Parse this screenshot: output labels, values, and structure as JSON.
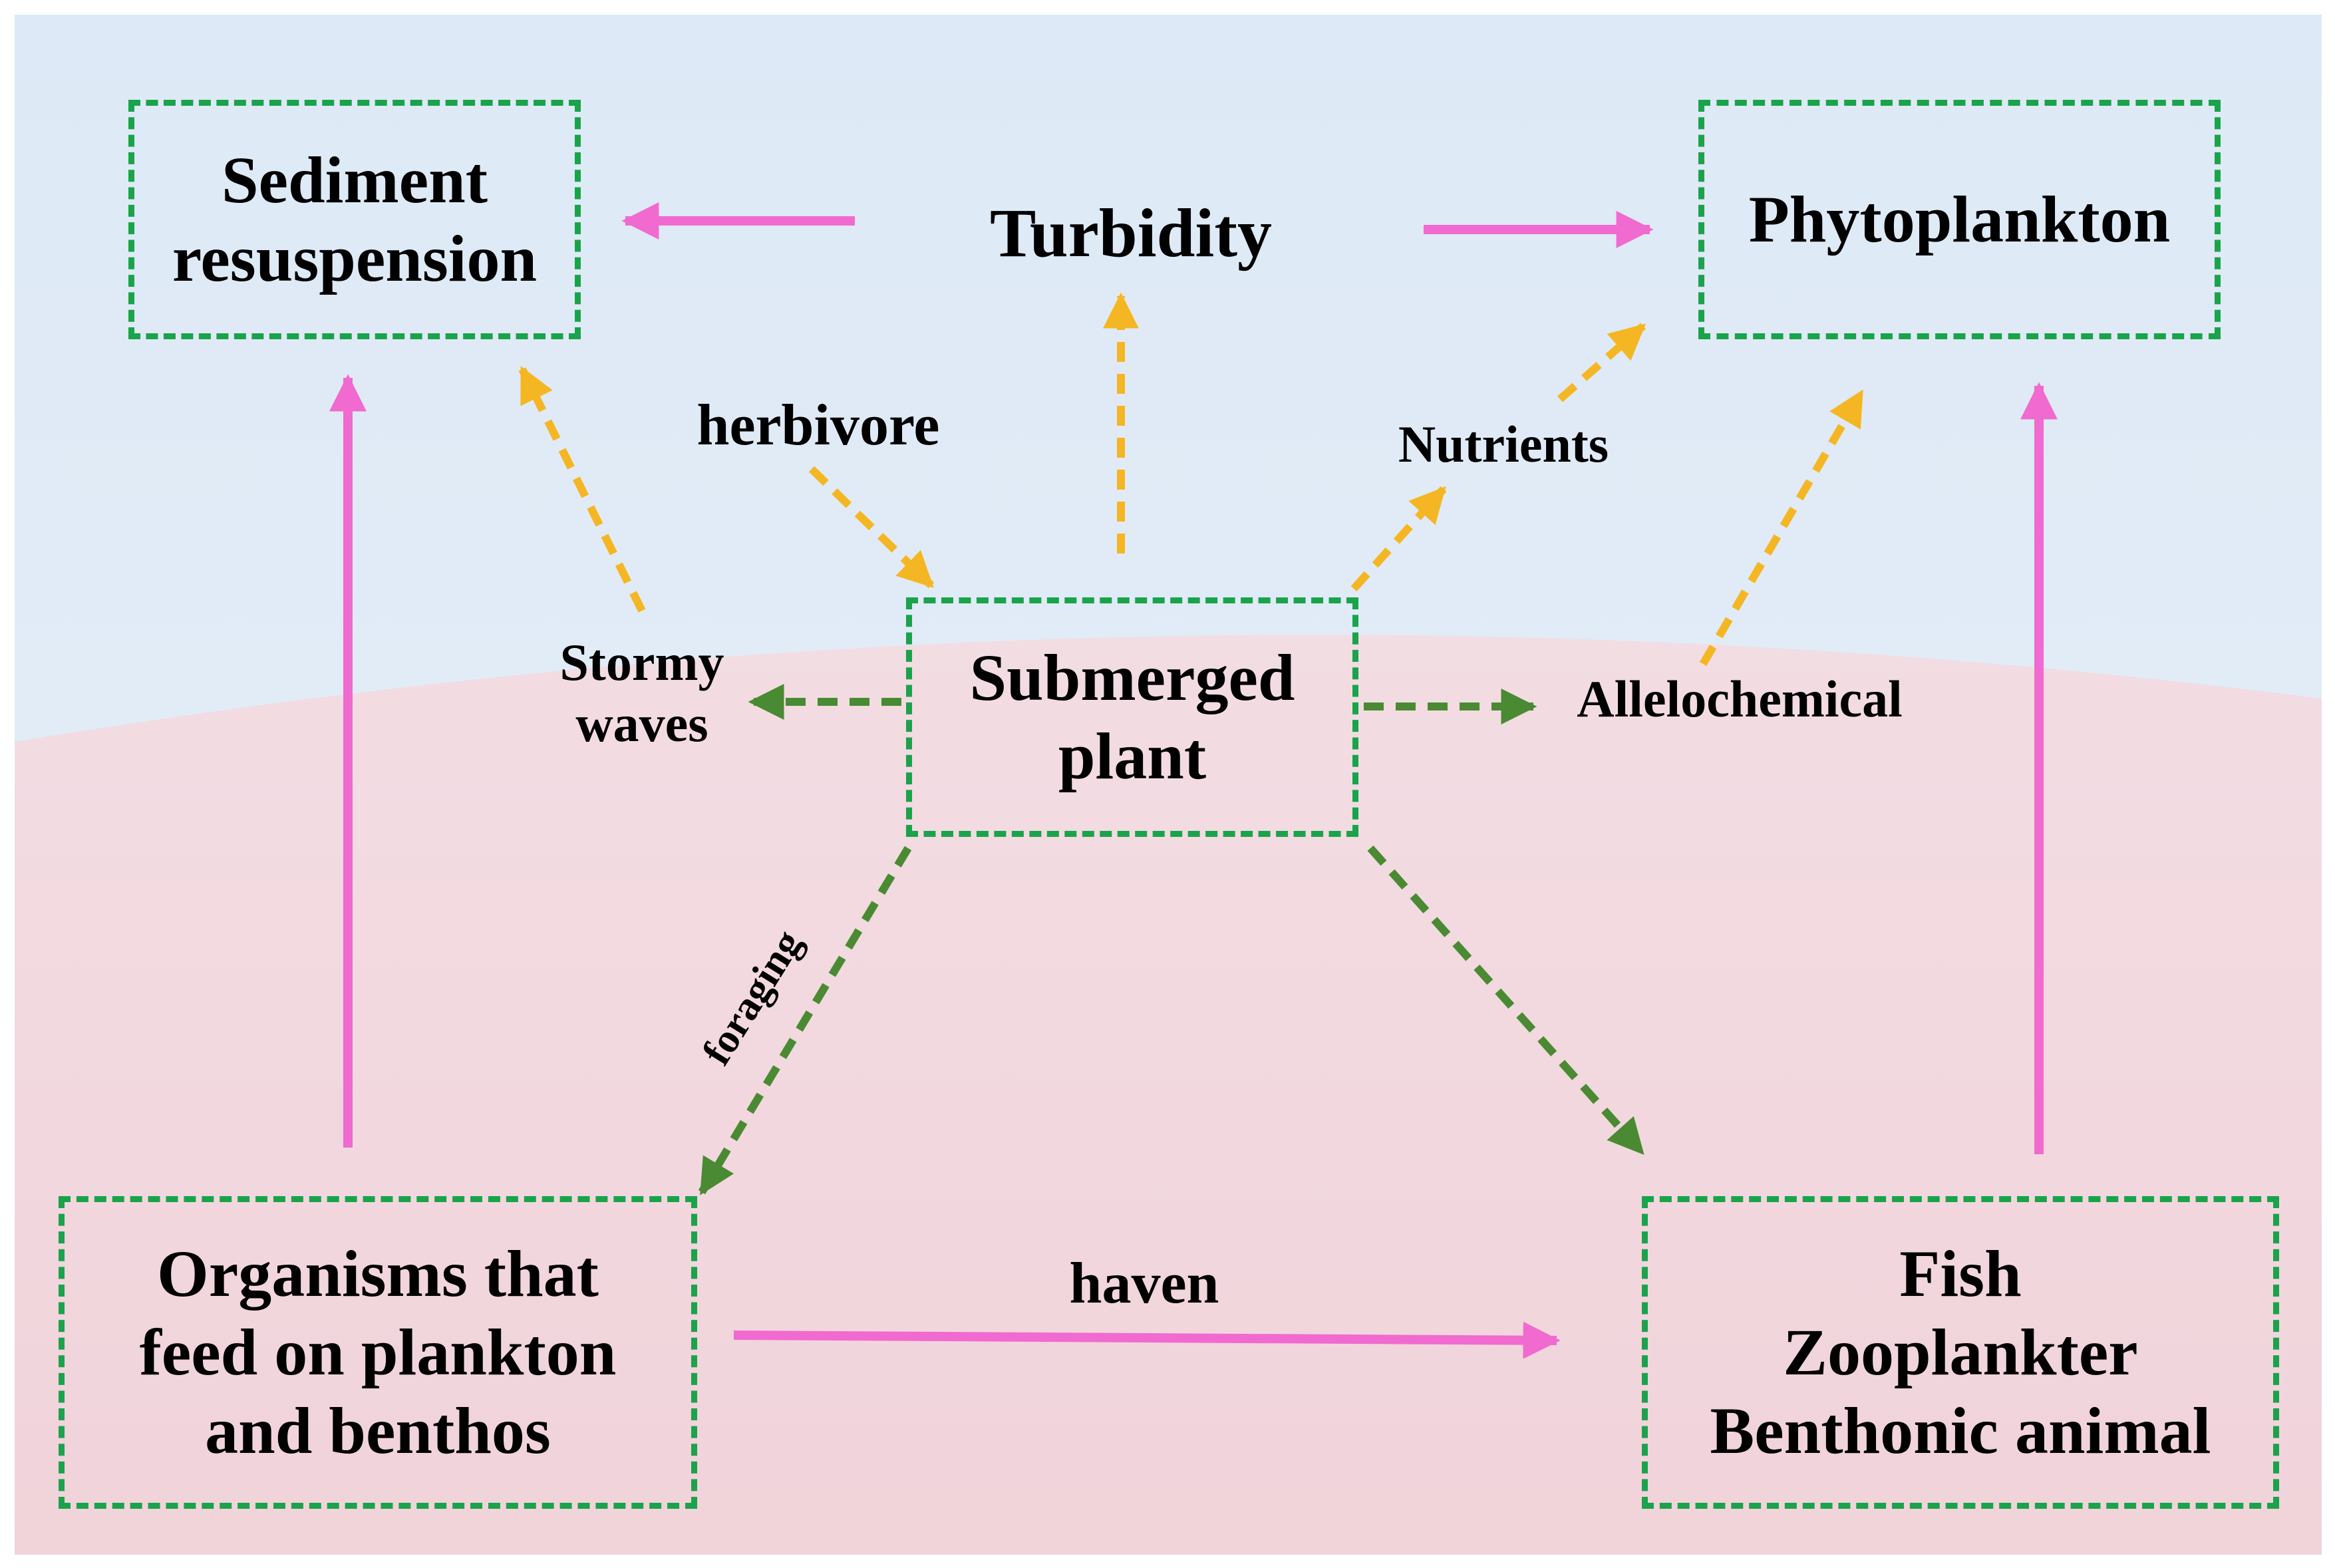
{
  "colors": {
    "box_border": "#1aa34a",
    "arrow_pink": "#f06ad0",
    "arrow_yellow": "#f5b623",
    "arrow_green": "#4a8a32",
    "sky_top": "#dde9f6",
    "sky_bottom": "#e6eff8",
    "water_top": "#f2dde3",
    "water_bottom": "#f1d3da",
    "text": "#000000"
  },
  "nodes": {
    "sediment": {
      "lines": [
        "Sediment",
        "resuspension"
      ]
    },
    "phytoplankton": {
      "lines": [
        "Phytoplankton"
      ]
    },
    "submerged": {
      "lines": [
        "Submerged",
        "plant"
      ]
    },
    "organisms": {
      "lines": [
        "Organisms that",
        "feed on plankton",
        "and benthos"
      ]
    },
    "fish": {
      "lines": [
        "Fish",
        "Zooplankter",
        "Benthonic animal"
      ]
    }
  },
  "labels": {
    "turbidity": "Turbidity",
    "herbivore": "herbivore",
    "nutrients": "Nutrients",
    "stormy": [
      "Stormy",
      "waves"
    ],
    "allelochemical": "Allelochemical",
    "foraging": "foraging",
    "haven": "haven"
  }
}
